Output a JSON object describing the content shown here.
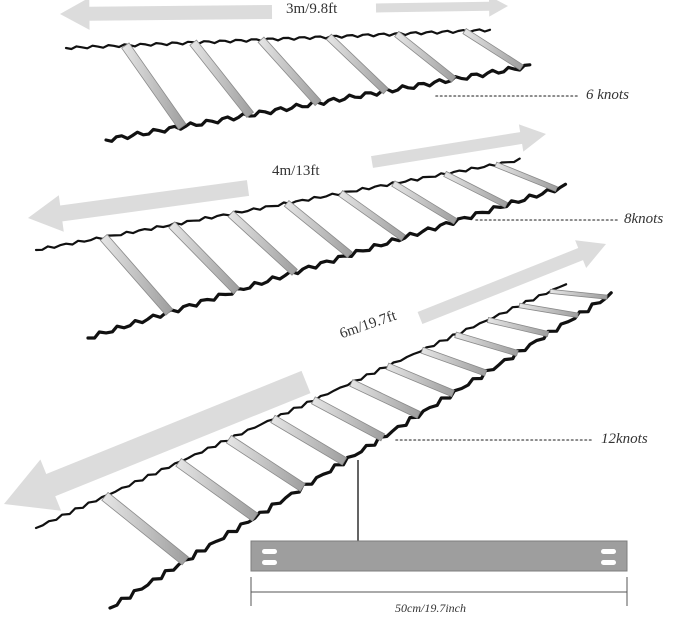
{
  "ladders": [
    {
      "length_label": "3m/9.8ft",
      "knots_label": "6 knots",
      "rungs": 6
    },
    {
      "length_label": "4m/13ft",
      "knots_label": "8knots",
      "rungs": 8
    },
    {
      "length_label": "6m/19.7ft",
      "knots_label": "12knots",
      "rungs": 12
    }
  ],
  "rung_detail": {
    "measurement_label": "50cm/19.7inch"
  },
  "colors": {
    "arrow": "#dcdcdc",
    "strap": "#111111",
    "rung": "#bdbdbd",
    "rung_edge": "#8a8a8a",
    "detail_plate": "#9e9e9e",
    "dotted": "#666666"
  }
}
